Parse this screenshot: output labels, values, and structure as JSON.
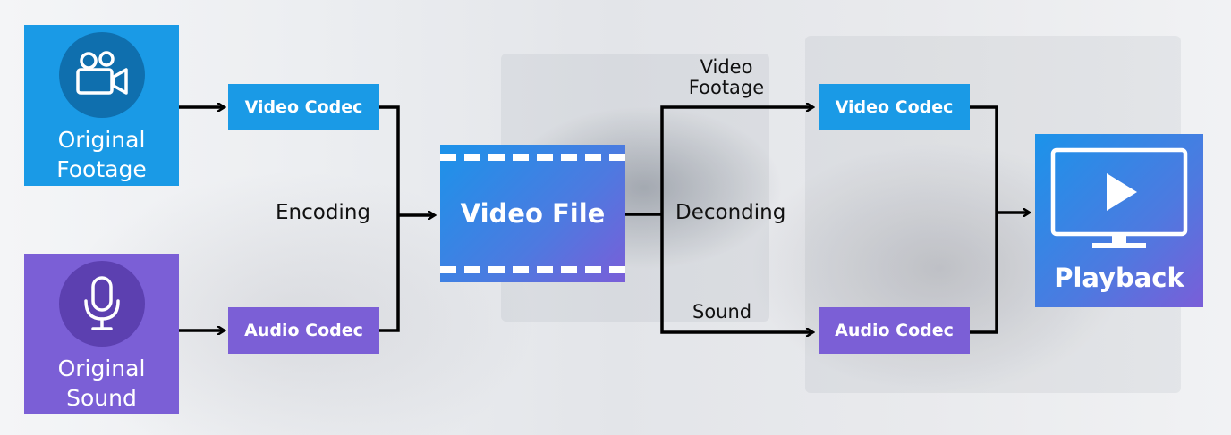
{
  "sources": {
    "footage": {
      "label_line1": "Original",
      "label_line2": "Footage",
      "icon": "video-camera-icon",
      "color": "#1a9ae6"
    },
    "sound": {
      "label_line1": "Original",
      "label_line2": "Sound",
      "icon": "microphone-icon",
      "color": "#7b5fd6"
    }
  },
  "encode": {
    "video_codec": "Video Codec",
    "audio_codec": "Audio Codec",
    "label": "Encoding"
  },
  "file": {
    "title": "Video File"
  },
  "decode": {
    "label": "Deconding",
    "video_branch_line1": "Video",
    "video_branch_line2": "Footage",
    "sound_branch": "Sound",
    "video_codec": "Video Codec",
    "audio_codec": "Audio Codec"
  },
  "playback": {
    "title": "Playback",
    "icon": "monitor-play-icon"
  }
}
